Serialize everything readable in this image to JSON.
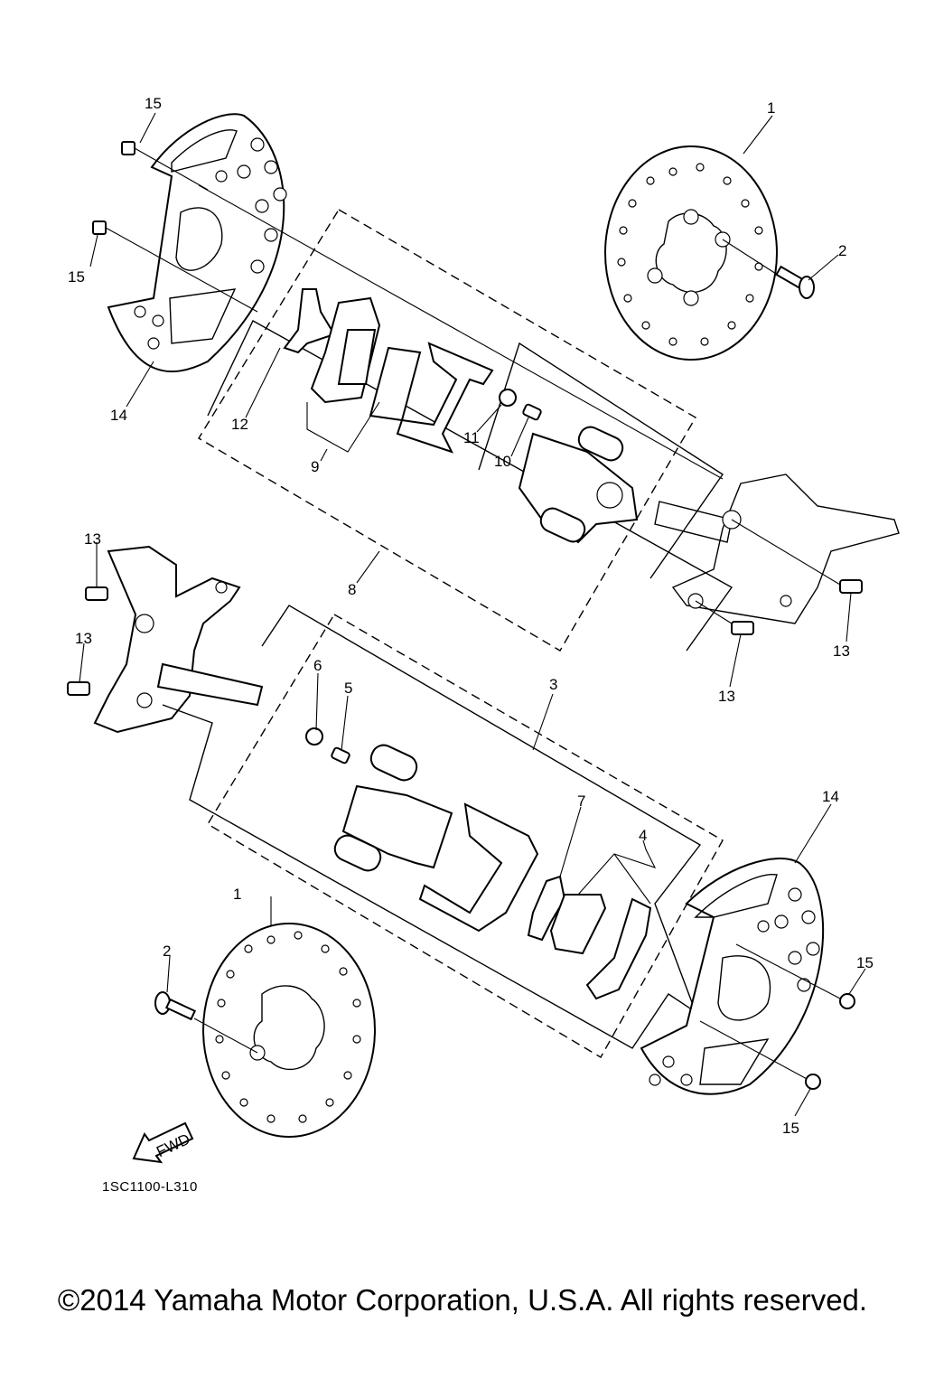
{
  "diagram": {
    "labels": {
      "l1a": "1",
      "l1b": "1",
      "l2a": "2",
      "l2b": "2",
      "l3": "3",
      "l4": "4",
      "l5": "5",
      "l6": "6",
      "l7": "7",
      "l8": "8",
      "l9": "9",
      "l10": "10",
      "l11": "11",
      "l12": "12",
      "l13a": "13",
      "l13b": "13",
      "l13c": "13",
      "l13d": "13",
      "l14a": "14",
      "l14b": "14",
      "l15a": "15",
      "l15b": "15",
      "l15c": "15",
      "l15d": "15"
    },
    "fwd": "FWD",
    "code": "1SC1100-L310"
  },
  "footer": {
    "copyright": "©2014 Yamaha Motor Corporation, U.S.A. All rights reserved."
  }
}
